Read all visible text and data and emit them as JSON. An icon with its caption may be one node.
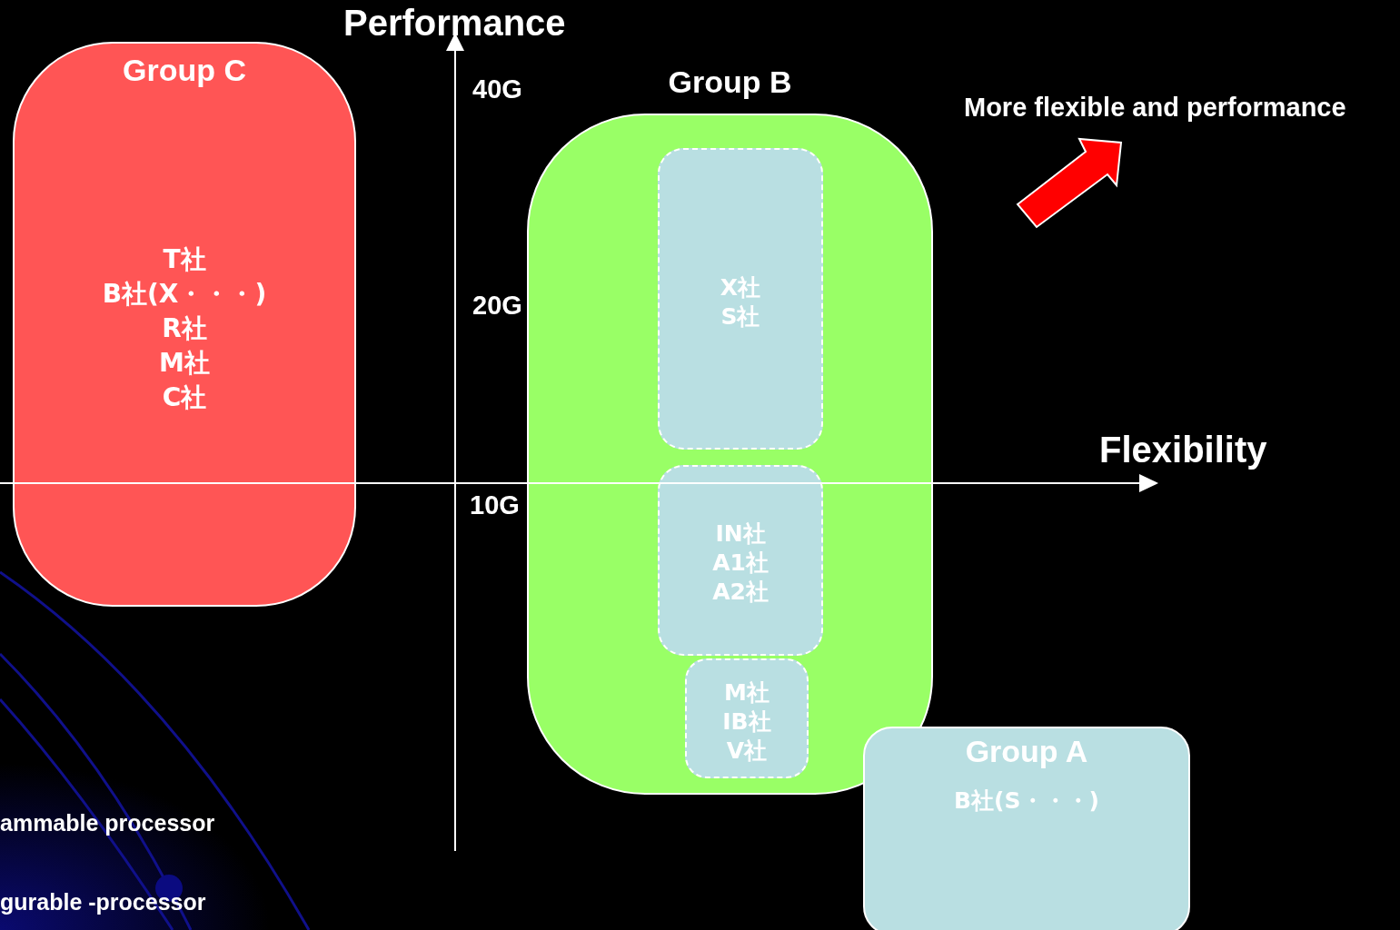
{
  "diagram": {
    "nodes": [
      {
        "text": [
          "Group C",
          "T社",
          "B社(X・・・)",
          "R社",
          "M社",
          "C社"
        ]
      },
      {
        "text": [
          "Group B"
        ]
      },
      {
        "text": [
          "X社",
          "S社"
        ],
        "in": 1
      },
      {
        "text": [
          "IN社",
          "A1社",
          "A2社"
        ],
        "in": 1
      },
      {
        "text": [
          "M社",
          "IB社",
          "V社"
        ],
        "in": 1
      },
      {
        "text": [
          "Group A",
          "B社(S・・・)"
        ]
      }
    ],
    "edges": [],
    "labels": [
      "Performance",
      "40G",
      "20G",
      "10G",
      "Flexibility",
      "More flexible and performance",
      "ammable processor",
      "gurable -processor"
    ]
  }
}
